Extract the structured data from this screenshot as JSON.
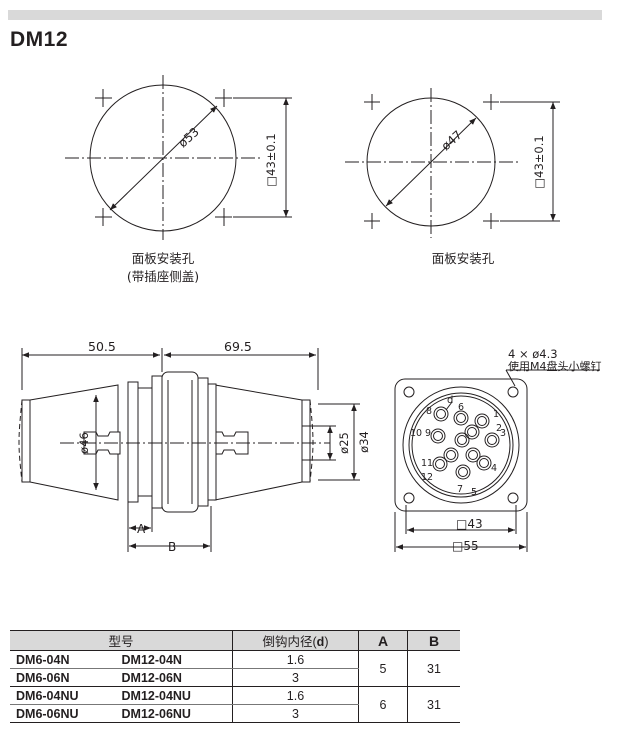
{
  "title": "DM12",
  "panel_left": {
    "diameter_label": "ø53",
    "square_label": "□43±0.1",
    "caption_line1": "面板安装孔",
    "caption_line2": "(带插座侧盖)"
  },
  "panel_right": {
    "diameter_label": "ø47",
    "square_label": "□43±0.1",
    "caption_line1": "面板安装孔"
  },
  "side_view": {
    "dim_left": "50.5",
    "dim_right": "69.5",
    "dim_d46": "ø46",
    "dim_d25": "ø25",
    "dim_d34": "ø34",
    "label_a": "A",
    "label_b": "B"
  },
  "front_view": {
    "hole_note": "4 × ø4.3",
    "screw_note": "使用M4盘头小螺钉",
    "label_d": "d",
    "pins": [
      "1",
      "2",
      "3",
      "4",
      "5",
      "6",
      "7",
      "8",
      "9",
      "10",
      "11",
      "12"
    ],
    "dim_43": "□43",
    "dim_55": "□55"
  },
  "table": {
    "headers": {
      "model": "型号",
      "d_prefix": "倒钩内径(",
      "d_letter": "d",
      "d_suffix": ")",
      "a": "A",
      "b": "B"
    },
    "rows": [
      {
        "m1": "DM6-04N",
        "m2": "DM12-04N",
        "d": "1.6"
      },
      {
        "m1": "DM6-06N",
        "m2": "DM12-06N",
        "d": "3"
      },
      {
        "m1": "DM6-04NU",
        "m2": "DM12-04NU",
        "d": "1.6"
      },
      {
        "m1": "DM6-06NU",
        "m2": "DM12-06NU",
        "d": "3"
      }
    ],
    "groups": [
      {
        "a": "5",
        "b": "31"
      },
      {
        "a": "6",
        "b": "31"
      }
    ]
  }
}
